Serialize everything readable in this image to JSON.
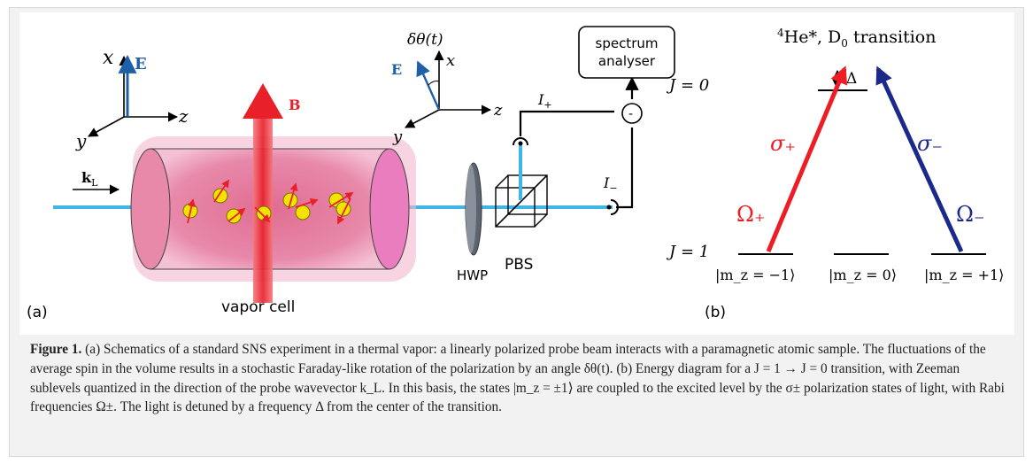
{
  "panel_a": {
    "tag": "(a)",
    "left_axes": {
      "x": "x",
      "y": "y",
      "z": "z",
      "field": "E"
    },
    "b_field": "B",
    "k_label": "k",
    "k_sub": "L",
    "vapor_cell": "vapor cell",
    "hwp": "HWP",
    "pbs": "PBS",
    "right_axes": {
      "x": "x",
      "y": "y",
      "z": "z",
      "field": "E",
      "angle": "δθ(t)"
    },
    "analyser_line1": "spectrum",
    "analyser_line2": "analyser",
    "i_plus": "I",
    "i_plus_sub": "+",
    "i_minus": "I",
    "i_minus_sub": "−",
    "subtract": "-"
  },
  "panel_b": {
    "tag": "(b)",
    "title_sup": "4",
    "title": "He*, D",
    "title_sub": "0",
    "title_rest": " transition",
    "j0": "J = 0",
    "j1": "J = 1",
    "delta": "Δ",
    "sigma_plus": "σ₊",
    "sigma_minus": "σ₋",
    "omega_plus": "Ω₊",
    "omega_minus": "Ω₋",
    "levels": [
      "|m_z = −1⟩",
      "|m_z = 0⟩",
      "|m_z = +1⟩"
    ]
  },
  "caption": {
    "label": "Figure 1.",
    "text": " (a) Schematics of a standard SNS experiment in a thermal vapor: a linearly polarized probe beam interacts with a paramagnetic atomic sample. The fluctuations of the average spin in the volume results in a stochastic Faraday-like rotation of the polarization by an angle δθ(t). (b) Energy diagram for a J = 1 → J = 0 transition, with Zeeman sublevels quantized in the direction of the probe wavevector k_L. In this basis, the states |m_z = ±1⟩ are coupled to the excited level by the σ± polarization states of light, with Rabi frequencies Ω±. The light is detuned by a frequency Δ from the center of the transition."
  },
  "colors": {
    "beam": "#3fb6e6",
    "field_blue": "#1f5fa8",
    "b_arrow": "#e8202a",
    "cell": "#e6789a",
    "sigma_plus": "#ee1c24",
    "sigma_minus": "#1b2a8a",
    "atom": "#f2e300"
  }
}
